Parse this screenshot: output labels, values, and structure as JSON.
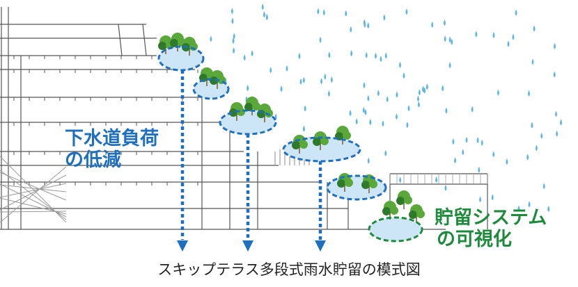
{
  "labels": {
    "sewer_load_line1": "下水道負荷",
    "sewer_load_line2": "の低減",
    "visualization_line1": "貯留システム",
    "visualization_line2": "の可視化"
  },
  "caption": "スキップテラス多段式雨水貯留の模式図",
  "colors": {
    "sewer_label": "#1f6fbf",
    "visualization_label": "#1e8a3c",
    "drain_arrow": "#1f6fbf",
    "tank_outline_blue": "#1f6fbf",
    "tank_outline_green": "#1e8a3c",
    "tank_fill": "#cde6f7",
    "rain": "#5fb6e6",
    "structure_line": "#555555",
    "tree_green": "#5aa83a",
    "tree_dark": "#2f7a2a"
  },
  "diagram": {
    "raindrop_icon": "raindrop-icon",
    "tree_icon": "tree-icon",
    "arrow_icon": "arrow-down-icon"
  }
}
